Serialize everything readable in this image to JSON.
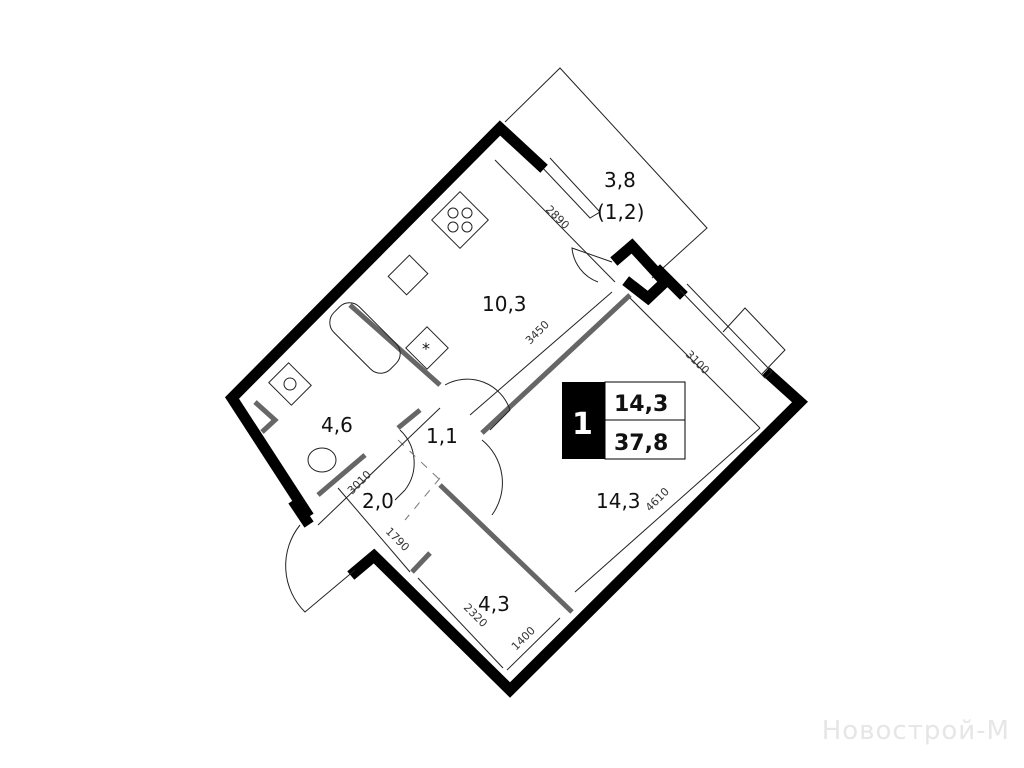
{
  "plan": {
    "rooms": {
      "loggia": "3,8",
      "loggia_reduced": "(1,2)",
      "kitchen": "10,3",
      "room": "14,3",
      "bathroom": "4,6",
      "hall_small": "1,1",
      "hall": "2,0",
      "corridor": "4,3"
    },
    "dimensions": {
      "d2890": "2890",
      "d3450": "3450",
      "d3100": "3100",
      "d4610": "4610",
      "d3010": "3010",
      "d1790": "1790",
      "d2320": "2320",
      "d1400": "1400"
    },
    "badge": {
      "rooms_count": "1",
      "living_area": "14,3",
      "total_area": "37,8"
    }
  },
  "watermark": "Новострой-М"
}
